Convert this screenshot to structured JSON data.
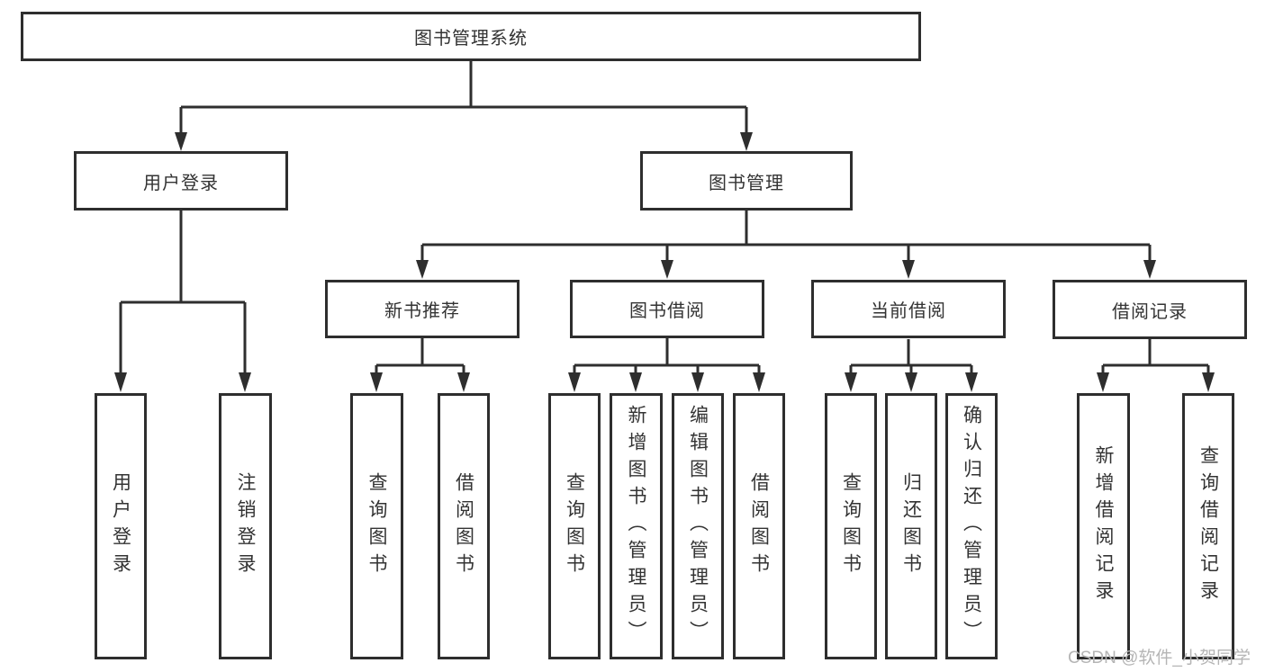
{
  "diagram": {
    "root": {
      "label": "图书管理系统",
      "children": [
        {
          "label": "用户登录",
          "children": [
            {
              "label": "用户登录"
            },
            {
              "label": "注销登录"
            }
          ]
        },
        {
          "label": "图书管理",
          "children": [
            {
              "label": "新书推荐",
              "children": [
                {
                  "label": "查询图书"
                },
                {
                  "label": "借阅图书"
                }
              ]
            },
            {
              "label": "图书借阅",
              "children": [
                {
                  "label": "查询图书"
                },
                {
                  "label": "新增图书（管理员）"
                },
                {
                  "label": "编辑图书（管理员）"
                },
                {
                  "label": "借阅图书"
                }
              ]
            },
            {
              "label": "当前借阅",
              "children": [
                {
                  "label": "查询图书"
                },
                {
                  "label": "归还图书"
                },
                {
                  "label": "确认归还（管理员）"
                }
              ]
            },
            {
              "label": "借阅记录",
              "children": [
                {
                  "label": "新增借阅记录"
                },
                {
                  "label": "查询借阅记录"
                }
              ]
            }
          ]
        }
      ]
    }
  },
  "watermark": {
    "text": "CSDN @软件_小贺同学"
  },
  "colors": {
    "line": "#2e2e2e",
    "text": "#333333",
    "background": "#ffffff",
    "watermark": "#b5b5b5"
  }
}
